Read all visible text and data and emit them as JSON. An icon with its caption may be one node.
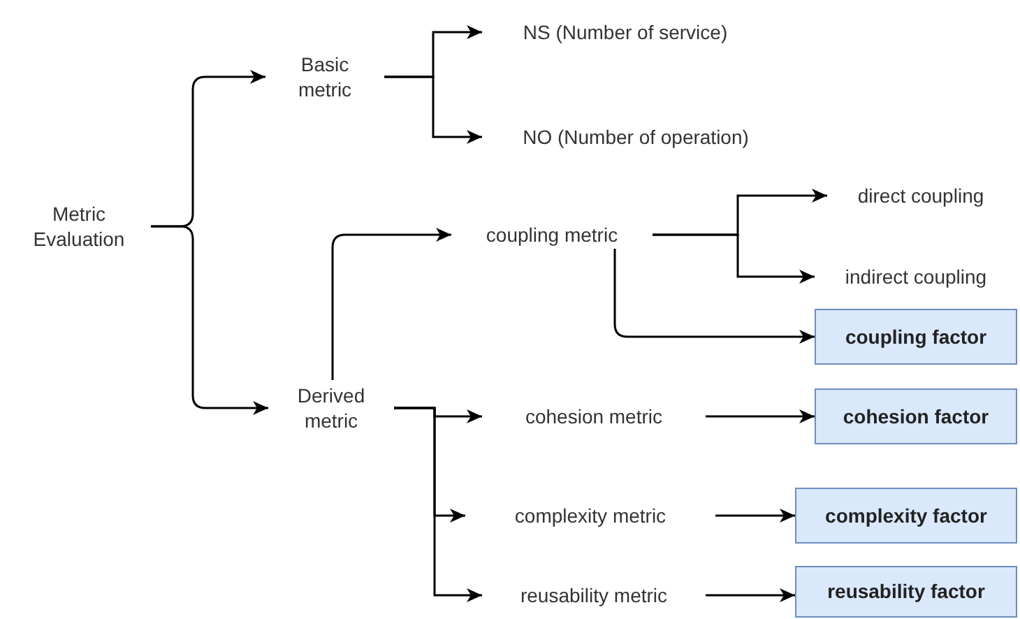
{
  "diagram": {
    "nodes": [
      {
        "text": [
          "Metric Evaluation"
        ]
      },
      {
        "text": [
          "Basic metric"
        ]
      },
      {
        "text": [
          "NS (Number of service)"
        ]
      },
      {
        "text": [
          "NO (Number of operation)"
        ]
      },
      {
        "text": [
          "Derived metric"
        ]
      },
      {
        "text": [
          "coupling metric"
        ]
      },
      {
        "text": [
          "direct coupling"
        ]
      },
      {
        "text": [
          "indirect coupling"
        ]
      },
      {
        "text": [
          "coupling factor"
        ]
      },
      {
        "text": [
          "cohesion metric"
        ]
      },
      {
        "text": [
          "cohesion factor"
        ]
      },
      {
        "text": [
          "complexity metric"
        ]
      },
      {
        "text": [
          "complexity factor"
        ]
      },
      {
        "text": [
          "reusability metric"
        ]
      },
      {
        "text": [
          "reusability factor"
        ]
      }
    ],
    "edges": [
      {
        "from": 0,
        "to": 1,
        "arrow": "to"
      },
      {
        "from": 0,
        "to": 4,
        "arrow": "to"
      },
      {
        "from": 1,
        "to": 2,
        "arrow": "to"
      },
      {
        "from": 1,
        "to": 3,
        "arrow": "to"
      },
      {
        "from": 4,
        "to": 5,
        "arrow": "to"
      },
      {
        "from": 5,
        "to": 6,
        "arrow": "to"
      },
      {
        "from": 5,
        "to": 7,
        "arrow": "to"
      },
      {
        "from": 5,
        "to": 8,
        "arrow": "to"
      },
      {
        "from": 4,
        "to": 9,
        "arrow": "to"
      },
      {
        "from": 4,
        "to": 11,
        "arrow": "to"
      },
      {
        "from": 4,
        "to": 13,
        "arrow": "to"
      },
      {
        "from": 9,
        "to": 10,
        "arrow": "to"
      },
      {
        "from": 11,
        "to": 12,
        "arrow": "to"
      },
      {
        "from": 13,
        "to": 14,
        "arrow": "to"
      }
    ]
  }
}
